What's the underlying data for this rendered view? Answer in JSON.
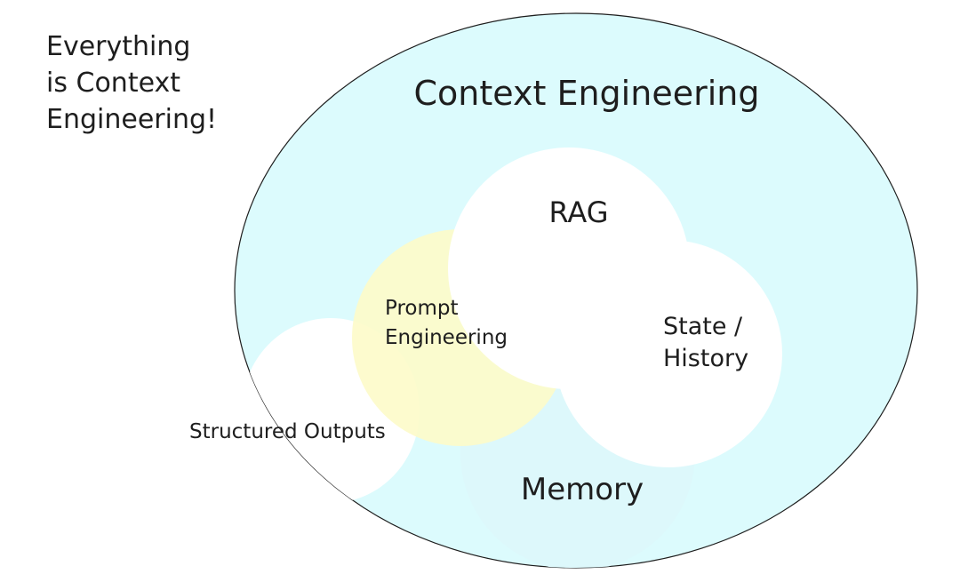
{
  "caption": {
    "line1": "Everything",
    "line2": "is Context",
    "line3": "Engineering!"
  },
  "diagram": {
    "outer_label": "Context Engineering",
    "rag_label": "RAG",
    "prompt_label_line1": "Prompt",
    "prompt_label_line2": "Engineering",
    "state_label_line1": "State /",
    "state_label_line2": "History",
    "structured_label": "Structured Outputs",
    "memory_label": "Memory"
  },
  "colors": {
    "outer_fill": "#dcfbfd",
    "outer_stroke": "#1e1e1e",
    "prompt_fill": "#fdfbc9",
    "memory_fill": "#ddf8fb",
    "white_fill": "#ffffff",
    "text": "#1e1e1e"
  }
}
